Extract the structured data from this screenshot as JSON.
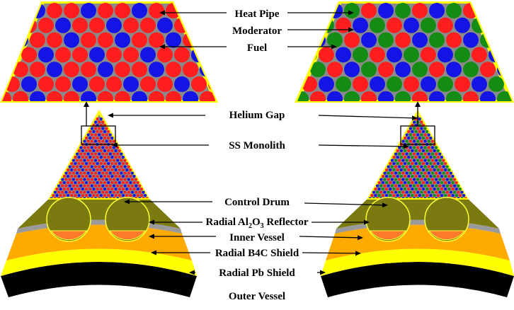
{
  "labels": {
    "heat_pipe": "Heat Pipe",
    "moderator": "Moderator",
    "fuel": "Fuel",
    "helium_gap": "Helium Gap",
    "ss_monolith": "SS Monolith",
    "control_drum": "Control Drum",
    "radial_reflector_pre": "Radial Al",
    "radial_reflector_sub1": "2",
    "radial_reflector_mid": "O",
    "radial_reflector_sub2": "3",
    "radial_reflector_post": " Reflector",
    "inner_vessel": "Inner Vessel",
    "radial_b4c_shield": "Radial B4C Shield",
    "radial_pb_shield": "Radial Pb Shield",
    "outer_vessel": "Outer Vessel"
  },
  "colors": {
    "heat_pipe": "#1414e6",
    "fuel": "#ff1e1e",
    "moderator": "#148c14",
    "monolith": "#8a8a8a",
    "helium_gap": "#ffff00",
    "reflector": "#7a7a10",
    "inner_vessel": "#9a9a9a",
    "b4c_shield": "#ffaa00",
    "pb_shield": "#ffff00",
    "outer_vessel": "#000000",
    "drum_absorber": "#ff7a2a"
  }
}
